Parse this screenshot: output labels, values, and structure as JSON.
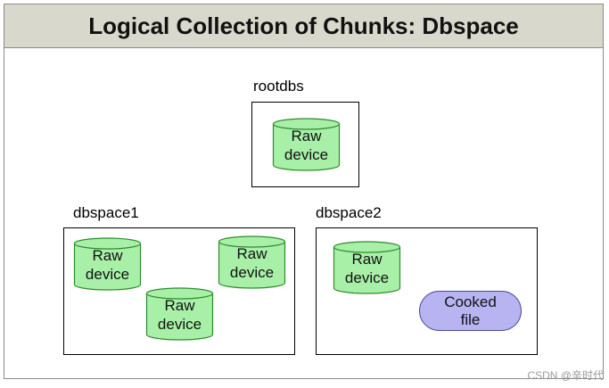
{
  "title": "Logical Collection of Chunks: Dbspace",
  "rootdbs": {
    "label": "rootdbs",
    "chunks": [
      "Raw\ndevice"
    ]
  },
  "dbspace1": {
    "label": "dbspace1",
    "chunks": [
      "Raw\ndevice",
      "Raw\ndevice",
      "Raw\ndevice"
    ]
  },
  "dbspace2": {
    "label": "dbspace2",
    "chunks": [
      "Raw\ndevice"
    ],
    "cooked": "Cooked\nfile"
  },
  "watermark": "CSDN @辛时代",
  "colors": {
    "raw_fill": "#a8f0a8",
    "raw_stroke": "#2e8b2e",
    "cooked_fill": "#b8b4f2",
    "title_bg": "#d9d8cc"
  }
}
